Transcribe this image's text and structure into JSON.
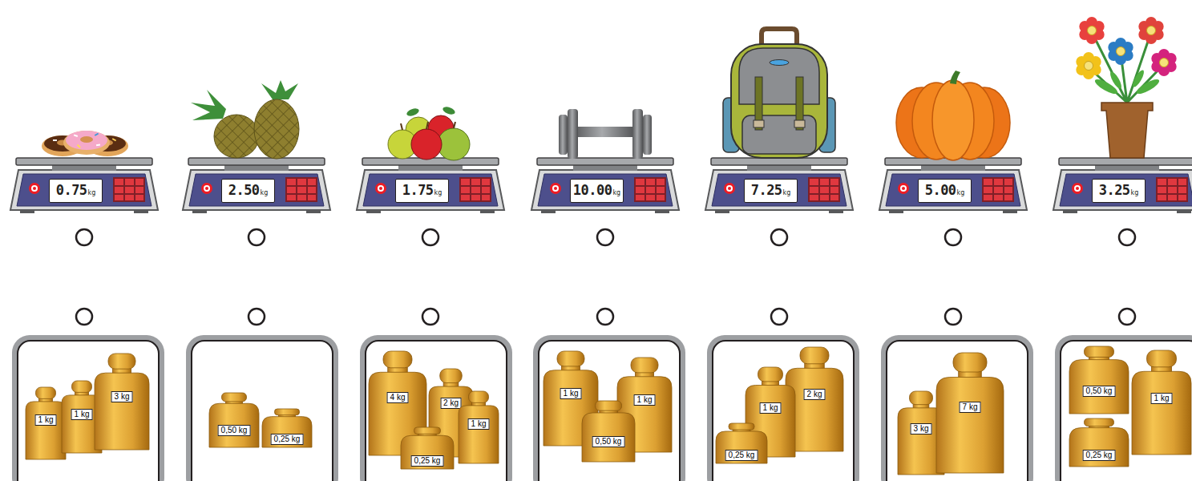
{
  "diagram": {
    "nodes": [
      {
        "text": [
          "0.75",
          "kg"
        ]
      },
      {
        "text": [
          "2.50",
          "kg"
        ]
      },
      {
        "text": [
          "1.75",
          "kg"
        ]
      },
      {
        "text": [
          "10.00",
          "kg"
        ]
      },
      {
        "text": [
          "7.25",
          "kg"
        ]
      },
      {
        "text": [
          "5.00",
          "kg"
        ]
      },
      {
        "text": [
          "3.25",
          "kg"
        ]
      },
      {
        "text": [
          "1 kg"
        ]
      },
      {
        "text": [
          "1 kg"
        ]
      },
      {
        "text": [
          "3 kg"
        ]
      },
      {
        "text": [
          "0,50 kg"
        ]
      },
      {
        "text": [
          "0,25 kg"
        ]
      },
      {
        "text": [
          "4 kg"
        ]
      },
      {
        "text": [
          "2 kg"
        ]
      },
      {
        "text": [
          "1 kg"
        ]
      },
      {
        "text": [
          "0,25 kg"
        ]
      },
      {
        "text": [
          "1 kg"
        ]
      },
      {
        "text": [
          "1 kg"
        ]
      },
      {
        "text": [
          "0,50 kg"
        ]
      },
      {
        "text": [
          "2 kg"
        ]
      },
      {
        "text": [
          "1 kg"
        ]
      },
      {
        "text": [
          "0,25 kg"
        ]
      },
      {
        "text": [
          "3 kg"
        ]
      },
      {
        "text": [
          "7 kg"
        ]
      },
      {
        "text": [
          "0,50 kg"
        ]
      },
      {
        "text": [
          "0,25 kg"
        ]
      },
      {
        "text": [
          "1 kg"
        ]
      }
    ]
  }
}
